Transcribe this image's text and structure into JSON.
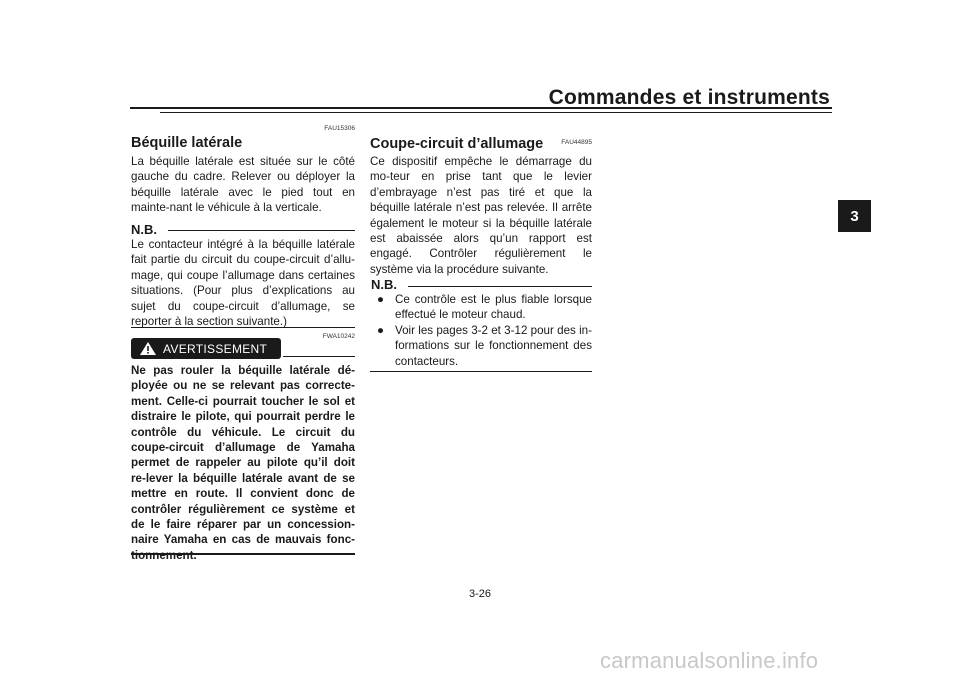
{
  "header": {
    "title": "Commandes et instruments",
    "chapter_tab": "3"
  },
  "left": {
    "code1": "FAU15306",
    "heading": "Béquille latérale",
    "paragraph": "La béquille latérale est située sur le côté gauche du cadre. Relever ou déployer la béquille latérale avec le pied tout en mainte-nant le véhicule à la verticale.",
    "nb_label": "N.B.",
    "nb_text": "Le contacteur intégré à la béquille latérale fait partie du circuit du coupe-circuit d’allu-mage, qui coupe l’allumage dans certaines situations. (Pour plus d’explications au sujet du coupe-circuit d’allumage, se reporter à la section suivante.)",
    "warning_label": "AVERTISSEMENT",
    "code2": "FWA10242",
    "warning_text": "Ne pas rouler la béquille latérale dé-ployée ou ne se relevant pas correcte-ment. Celle-ci pourrait toucher le sol et distraire le pilote, qui pourrait perdre le contrôle du véhicule. Le circuit du coupe-circuit d’allumage de Yamaha permet de rappeler au pilote qu’il doit re-lever la béquille latérale avant de se mettre en route. Il convient donc de contrôler régulièrement ce système et de le faire réparer par un concession-naire Yamaha en cas de mauvais fonc-tionnement."
  },
  "right": {
    "code1": "FAU44895",
    "heading": "Coupe-circuit d’allumage",
    "paragraph": "Ce dispositif empêche le démarrage du mo-teur en prise tant que le levier d’embrayage n’est pas tiré et que la béquille latérale n’est pas relevée. Il arrête également le moteur si la béquille latérale est abaissée alors qu’un rapport est engagé. Contrôler régulièrement le système via la procédure suivante.",
    "nb_label": "N.B.",
    "bullet_glyph": "●",
    "bullets": [
      "Ce contrôle est le plus fiable lorsque effectué le moteur chaud.",
      "Voir les pages 3-2 et 3-12 pour des in-formations sur le fonctionnement des contacteurs."
    ]
  },
  "footer": {
    "page_number": "3-26",
    "watermark": "carmanualsonline.info"
  }
}
